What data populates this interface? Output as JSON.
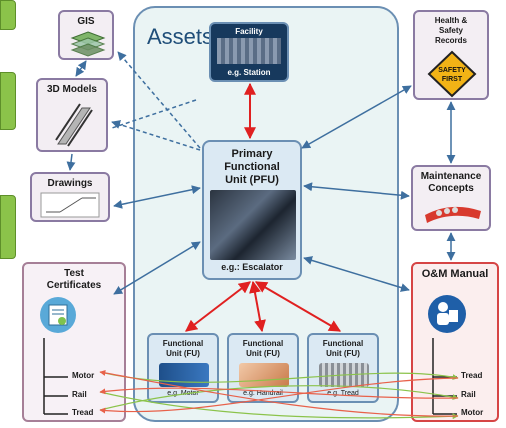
{
  "assets_title": "Assets",
  "facility": {
    "title": "Facility",
    "example": "e.g. Station"
  },
  "pfu": {
    "title_line1": "Primary",
    "title_line2": "Functional",
    "title_line3": "Unit (PFU)",
    "example": "e.g.: Escalator"
  },
  "functional_units": [
    {
      "title_line1": "Functional",
      "title_line2": "Unit (FU)",
      "example": "e.g. Motor"
    },
    {
      "title_line1": "Functional",
      "title_line2": "Unit (FU)",
      "example": "e.g. Handrail"
    },
    {
      "title_line1": "Functional",
      "title_line2": "Unit (FU)",
      "example": "e.g. Tread"
    }
  ],
  "gis": {
    "title": "GIS"
  },
  "models": {
    "title": "3D Models"
  },
  "drawings": {
    "title": "Drawings"
  },
  "certificates": {
    "title_line1": "Test",
    "title_line2": "Certificates",
    "items": [
      "Motor",
      "Rail",
      "Tread"
    ]
  },
  "health_safety": {
    "title_line1": "Health &",
    "title_line2": "Safety",
    "title_line3": "Records",
    "sign_line1": "SAFETY",
    "sign_line2": "FIRST"
  },
  "maintenance": {
    "title_line1": "Maintenance",
    "title_line2": "Concepts"
  },
  "om_manual": {
    "title": "O&M Manual",
    "items": [
      "Tread",
      "Rail",
      "Motor"
    ]
  },
  "colors": {
    "blue": "#3e6f9f",
    "red": "#e02020",
    "green": "#8bc34a",
    "assets_bg": "#eaf4f4",
    "dark_blue": "#17395d"
  }
}
